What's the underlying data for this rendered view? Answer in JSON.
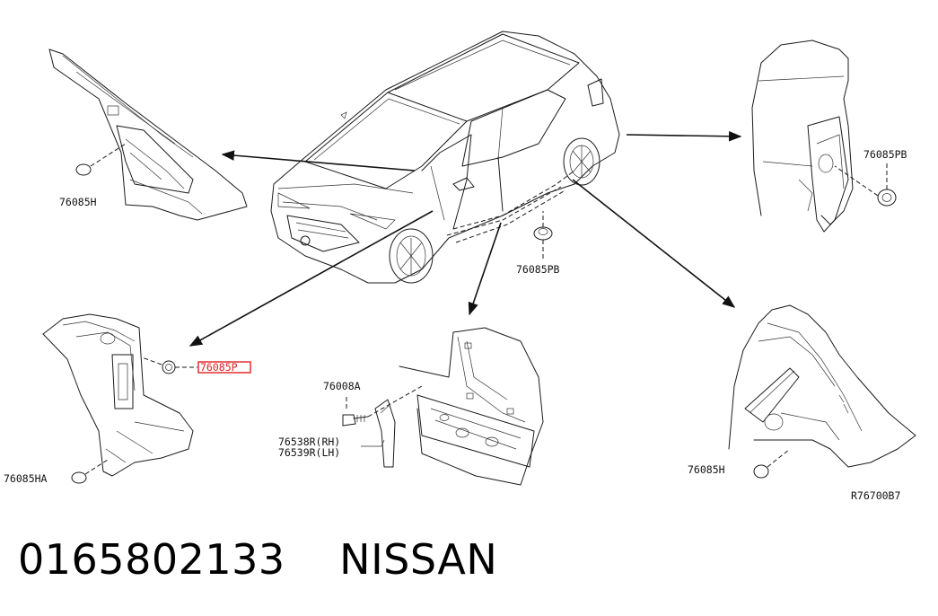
{
  "diagram": {
    "labels": {
      "tl_grommet": "76085H",
      "tr_grommet": "76085PB",
      "center_grommet": "76085PB",
      "left_highlight": "76085P",
      "bl_grommet": "76085HA",
      "bolt": "76008A",
      "bracket_rh": "76538R(RH)",
      "bracket_lh": "76539R(LH)",
      "br_grommet": "76085H",
      "diagram_code": "R76700B7"
    },
    "highlight_color": "#e02020"
  },
  "caption": {
    "part_number": "0165802133",
    "brand": "NISSAN"
  }
}
